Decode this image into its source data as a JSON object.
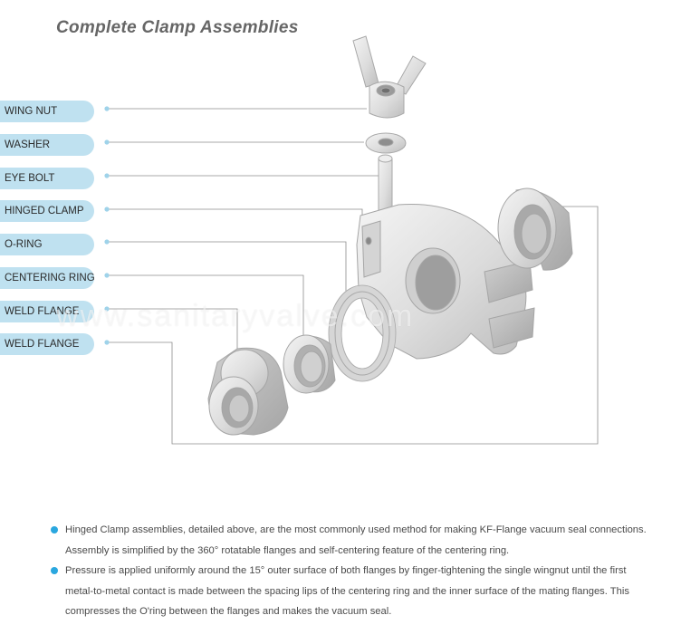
{
  "title": "Complete Clamp Assemblies",
  "labels": [
    {
      "text": "WING NUT"
    },
    {
      "text": "WASHER"
    },
    {
      "text": "EYE BOLT"
    },
    {
      "text": "HINGED CLAMP"
    },
    {
      "text": "O-RING"
    },
    {
      "text": "CENTERING RING"
    },
    {
      "text": "WELD FLANGE"
    },
    {
      "text": "WELD FLANGE"
    }
  ],
  "watermark": "www.sanitaryvalve.com",
  "notes": [
    {
      "line1": "Hinged Clamp assemblies, detailed above, are the most commonly used method for making KF-Flange vacuum seal connections.",
      "line2": "Assembly is simplified by the 360° rotatable flanges and self-centering feature of the centering ring."
    },
    {
      "line1": "Pressure is applied uniformly around the 15° outer surface of both flanges by finger-tightening the single wingnut until the first",
      "line2": "metal-to-metal contact is made between the spacing lips of the centering ring and the inner surface of the mating flanges. This",
      "line3": "compresses the O'ring between the flanges and makes the vacuum seal."
    }
  ],
  "colors": {
    "label_bg": "#bfe1f0",
    "bullet": "#2aa7df",
    "connector": "#8c8c8c",
    "metal": "#e2e2e2"
  }
}
